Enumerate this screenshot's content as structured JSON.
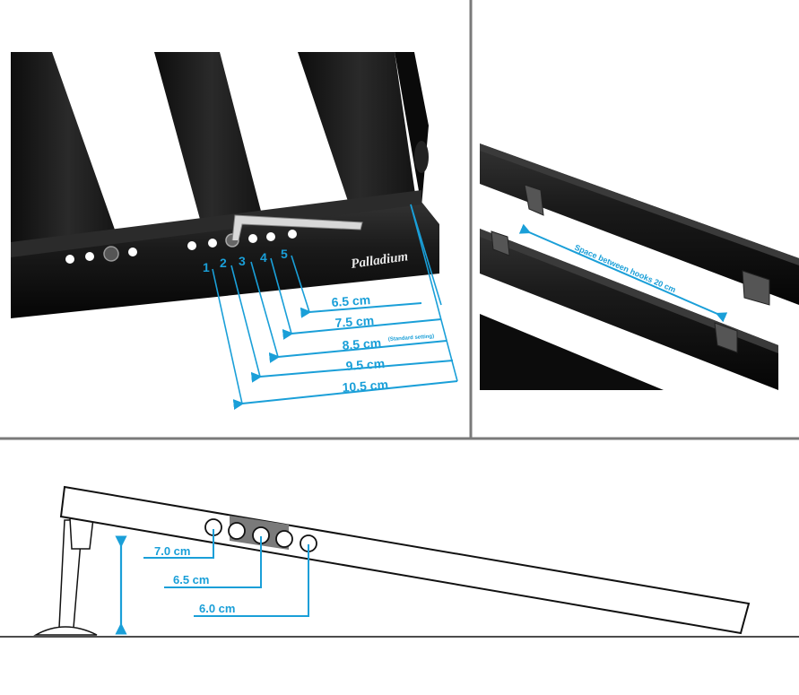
{
  "colors": {
    "accent": "#1a9fd8",
    "frame": "#1a1a1a",
    "divider": "#7a7a7a",
    "outline": "#111111"
  },
  "panel_top_left": {
    "hole_numbers": [
      "1",
      "2",
      "3",
      "4",
      "5"
    ],
    "heights": [
      {
        "value": "6.5 cm",
        "note": ""
      },
      {
        "value": "7.5 cm",
        "note": ""
      },
      {
        "value": "8.5 cm",
        "note": "(Standard setting)"
      },
      {
        "value": "9.5 cm",
        "note": ""
      },
      {
        "value": "10.5 cm",
        "note": ""
      }
    ],
    "brand_logo": "Palladium"
  },
  "panel_top_right": {
    "hook_spacing_label": "Space between hooks 20 cm"
  },
  "panel_bottom": {
    "heights": [
      "7.0 cm",
      "6.5 cm",
      "6.0 cm"
    ]
  }
}
